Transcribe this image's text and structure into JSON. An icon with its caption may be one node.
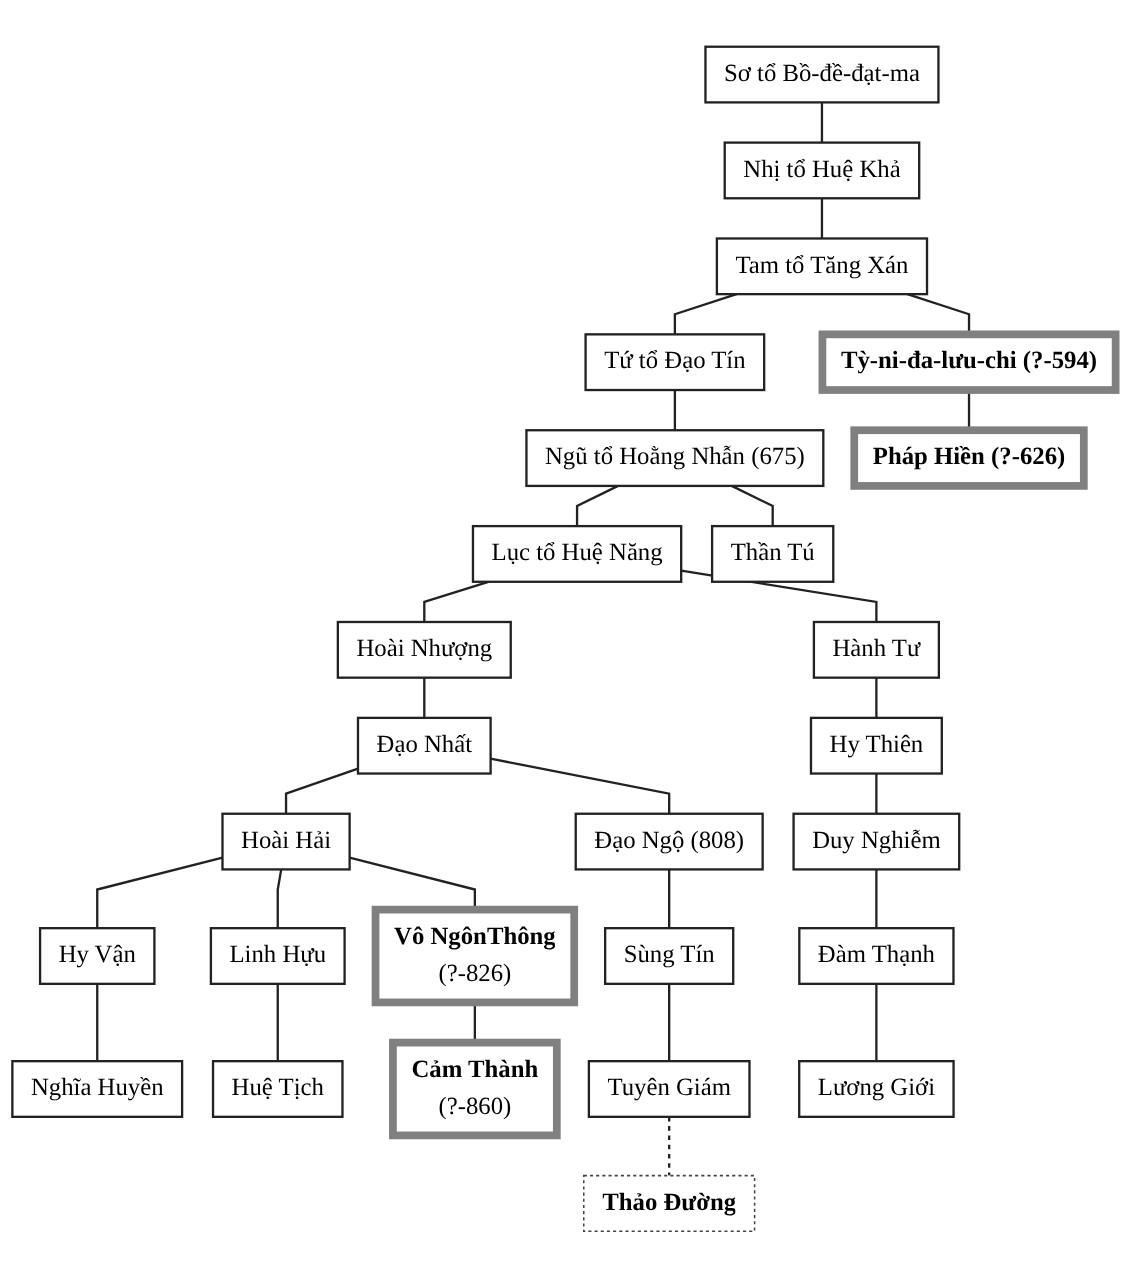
{
  "diagram": {
    "nodes": [
      {
        "text": [
          "Sơ tổ Bồ-đề-đạt-ma"
        ]
      },
      {
        "text": [
          "Nhị tổ Huệ Khả"
        ]
      },
      {
        "text": [
          "Tam tổ Tăng Xán"
        ]
      },
      {
        "text": [
          "Tứ tổ Đạo Tín"
        ]
      },
      {
        "text": [
          "Tỳ-ni-đa-lưu-chi (?-594)"
        ]
      },
      {
        "text": [
          "Ngũ tổ Hoằng Nhẫn (675)"
        ]
      },
      {
        "text": [
          "Pháp Hiền (?-626)"
        ]
      },
      {
        "text": [
          "Lục tổ Huệ Năng"
        ]
      },
      {
        "text": [
          "Thần Tú"
        ]
      },
      {
        "text": [
          "Hoài Nhượng"
        ]
      },
      {
        "text": [
          "Hành Tư"
        ]
      },
      {
        "text": [
          "Đạo Nhất"
        ]
      },
      {
        "text": [
          "Hy Thiên"
        ]
      },
      {
        "text": [
          "Hoài Hải"
        ]
      },
      {
        "text": [
          "Đạo Ngộ (808)"
        ]
      },
      {
        "text": [
          "Duy Nghiễm"
        ]
      },
      {
        "text": [
          "Hy Vận"
        ]
      },
      {
        "text": [
          "Linh Hựu"
        ]
      },
      {
        "text": [
          "Vô NgônThông",
          "(?-826)"
        ]
      },
      {
        "text": [
          "Sùng Tín"
        ]
      },
      {
        "text": [
          "Đàm Thạnh"
        ]
      },
      {
        "text": [
          "Nghĩa Huyền"
        ]
      },
      {
        "text": [
          "Huệ Tịch"
        ]
      },
      {
        "text": [
          "Cảm Thành",
          "(?-860)"
        ]
      },
      {
        "text": [
          "Tuyên Giám"
        ]
      },
      {
        "text": [
          "Lương Giới"
        ]
      },
      {
        "text": [
          "Thảo Đường"
        ]
      }
    ],
    "edges": [
      {
        "from": 0,
        "to": 1,
        "arrow": "none"
      },
      {
        "from": 1,
        "to": 2,
        "arrow": "none"
      },
      {
        "from": 2,
        "to": 3,
        "arrow": "none"
      },
      {
        "from": 2,
        "to": 4,
        "arrow": "none"
      },
      {
        "from": 3,
        "to": 5,
        "arrow": "none"
      },
      {
        "from": 4,
        "to": 6,
        "arrow": "none"
      },
      {
        "from": 5,
        "to": 7,
        "arrow": "none"
      },
      {
        "from": 5,
        "to": 8,
        "arrow": "none"
      },
      {
        "from": 7,
        "to": 9,
        "arrow": "none"
      },
      {
        "from": 7,
        "to": 10,
        "arrow": "none"
      },
      {
        "from": 9,
        "to": 11,
        "arrow": "none"
      },
      {
        "from": 10,
        "to": 12,
        "arrow": "none"
      },
      {
        "from": 11,
        "to": 13,
        "arrow": "none"
      },
      {
        "from": 11,
        "to": 14,
        "arrow": "none"
      },
      {
        "from": 12,
        "to": 15,
        "arrow": "none"
      },
      {
        "from": 13,
        "to": 16,
        "arrow": "none"
      },
      {
        "from": 13,
        "to": 17,
        "arrow": "none"
      },
      {
        "from": 13,
        "to": 18,
        "arrow": "none"
      },
      {
        "from": 14,
        "to": 19,
        "arrow": "none"
      },
      {
        "from": 15,
        "to": 20,
        "arrow": "none"
      },
      {
        "from": 16,
        "to": 21,
        "arrow": "none"
      },
      {
        "from": 17,
        "to": 22,
        "arrow": "none"
      },
      {
        "from": 18,
        "to": 23,
        "arrow": "none"
      },
      {
        "from": 19,
        "to": 24,
        "arrow": "none"
      },
      {
        "from": 20,
        "to": 25,
        "arrow": "none"
      },
      {
        "from": 24,
        "to": 26,
        "arrow": "none",
        "style": "dashed"
      }
    ]
  }
}
